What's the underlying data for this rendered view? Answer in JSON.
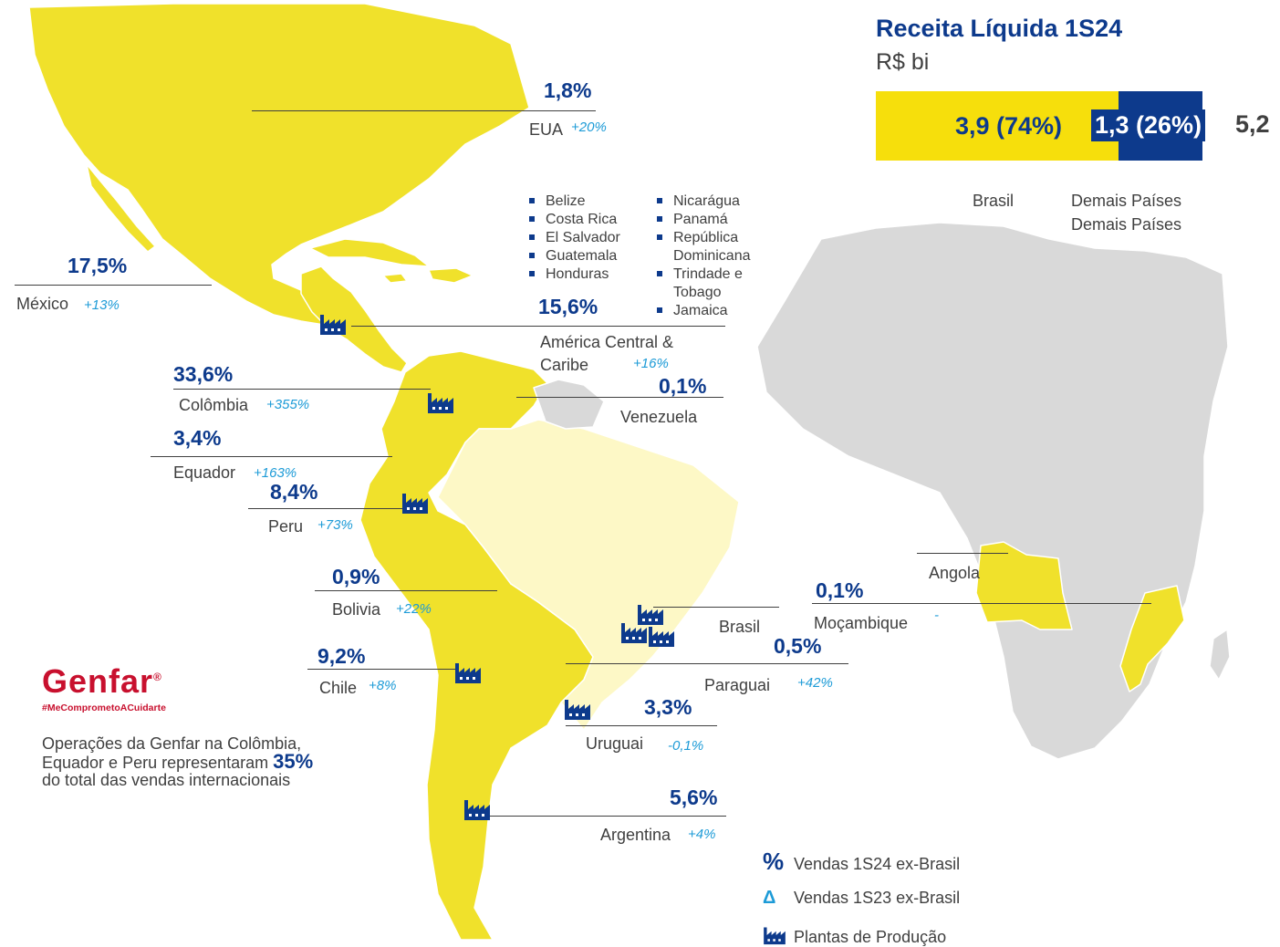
{
  "revenue": {
    "title": "Receita Líquida 1S24",
    "unit": "R$ bi",
    "brazil_value": "3,9 (74%)",
    "others_value": "1,3 (26%)",
    "total": "5,2",
    "brazil_label": "Brasil",
    "others_label_1": "Demais Países",
    "others_label_2": "Demais Países",
    "brazil_share": 0.74,
    "colors": {
      "brazil": "#f6df0c",
      "others": "#0d3a8c"
    }
  },
  "countries": {
    "eua": {
      "name": "EUA",
      "pct": "1,8%",
      "delta": "+20%"
    },
    "mexico": {
      "name": "México",
      "pct": "17,5%",
      "delta": "+13%"
    },
    "central": {
      "name_1": "América Central &",
      "name_2": "Caribe",
      "pct": "15,6%",
      "delta": "+16%"
    },
    "colombia": {
      "name": "Colômbia",
      "pct": "33,6%",
      "delta": "+355%"
    },
    "venezuela": {
      "name": "Venezuela",
      "pct": "0,1%"
    },
    "equador": {
      "name": "Equador",
      "pct": "3,4%",
      "delta": "+163%"
    },
    "peru": {
      "name": "Peru",
      "pct": "8,4%",
      "delta": "+73%"
    },
    "bolivia": {
      "name": "Bolivia",
      "pct": "0,9%",
      "delta": "+22%"
    },
    "chile": {
      "name": "Chile",
      "pct": "9,2%",
      "delta": "+8%"
    },
    "brasil": {
      "name": "Brasil"
    },
    "paraguai": {
      "name": "Paraguai",
      "pct": "0,5%",
      "delta": "+42%"
    },
    "uruguai": {
      "name": "Uruguai",
      "pct": "3,3%",
      "delta": "-0,1%"
    },
    "argentina": {
      "name": "Argentina",
      "pct": "5,6%",
      "delta": "+4%"
    },
    "angola": {
      "name": "Angola"
    },
    "mocambique": {
      "name": "Moçambique",
      "pct": "0,1%",
      "delta": "-"
    }
  },
  "central_list_left": [
    "Belize",
    "Costa Rica",
    "El Salvador",
    "Guatemala",
    "Honduras"
  ],
  "central_list_right": [
    "Nicarágua",
    "Panamá",
    "República",
    "Dominicana",
    "Trindade e",
    "Tobago",
    "Jamaica"
  ],
  "genfar": {
    "logo": "Genfar",
    "tagline": "#MeComprometoACuidarte",
    "note_pre": "Operações da Genfar na Colômbia, Equador e Peru representaram ",
    "note_bold": "35%",
    "note_post": " do total das vendas internacionais"
  },
  "legend": {
    "pct_symbol": "%",
    "pct_label": "Vendas 1S24 ex-Brasil",
    "delta_symbol": "Δ",
    "delta_label": "Vendas 1S23 ex-Brasil",
    "plant_label": "Plantas de Produção",
    "plant_icon": "factory-icon"
  },
  "colors": {
    "americas": "#f0e12b",
    "brazil": "#fdf8c6",
    "africa": "#d9d9d9",
    "navy": "#0d3a8c",
    "cyan": "#1d9bd7"
  }
}
